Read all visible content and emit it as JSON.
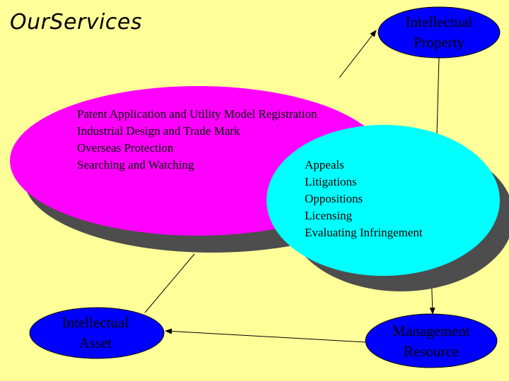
{
  "title": "OurServices",
  "nodes": {
    "intellectual_property": {
      "line1": "Intellectual",
      "line2": "Property"
    },
    "intellectual_asset": {
      "line1": "Intellectual",
      "line2": "Asset"
    },
    "management_resource": {
      "line1": "Management",
      "line2": "Resource"
    }
  },
  "services_primary": [
    "Patent Application and Utility Model Registration",
    "Industrial Design and Trade Mark",
    "Overseas Protection",
    "Searching and Watching"
  ],
  "services_secondary": [
    "Appeals",
    "Litigations",
    "Oppositions",
    "Licensing",
    "Evaluating Infringement"
  ],
  "colors": {
    "background": "#ffff99",
    "primary_ellipse": "#ff00ff",
    "secondary_ellipse": "#00ffff",
    "node_fill": "#0000ff",
    "shadow": "#4d4d4d"
  }
}
